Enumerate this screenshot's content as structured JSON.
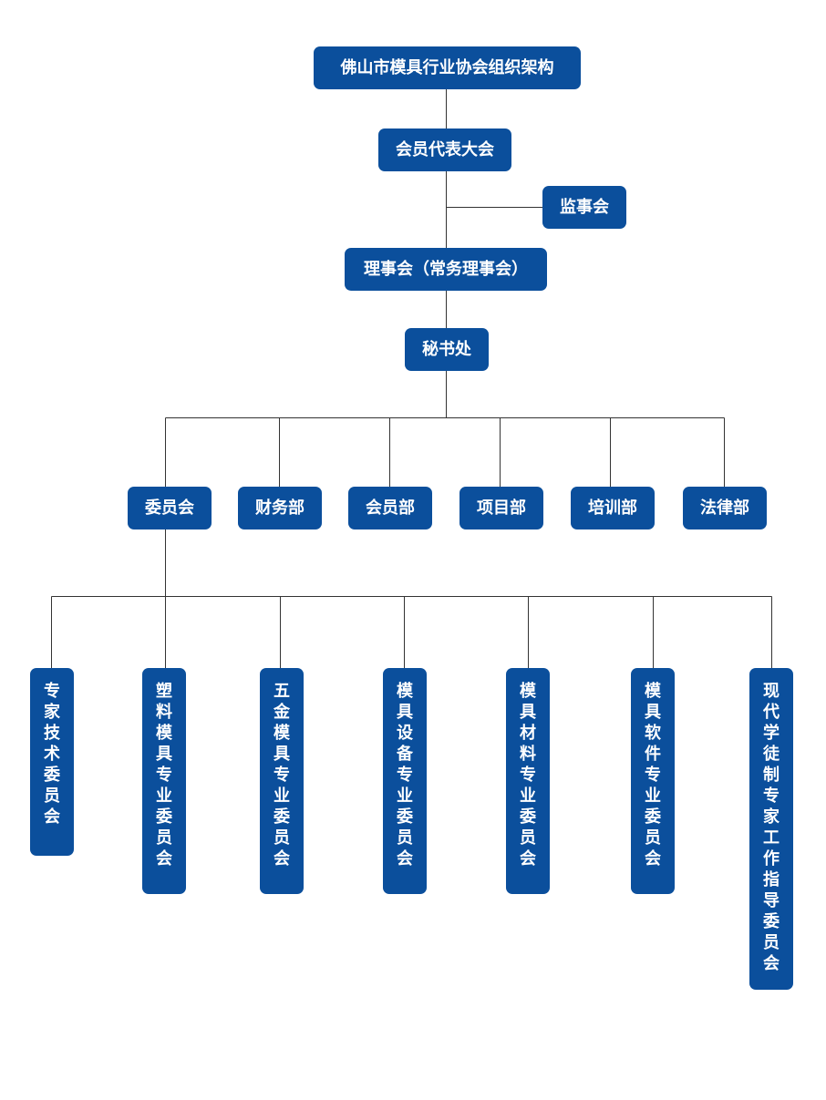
{
  "org_chart": {
    "title": "佛山市模具行业协会组织架构",
    "general_assembly": "会员代表大会",
    "supervisory_board": "监事会",
    "council": "理事会（常务理事会）",
    "secretariat": "秘书处",
    "departments": [
      {
        "label": "委员会"
      },
      {
        "label": "财务部"
      },
      {
        "label": "会员部"
      },
      {
        "label": "项目部"
      },
      {
        "label": "培训部"
      },
      {
        "label": "法律部"
      }
    ],
    "committees": [
      {
        "label": "专家技术委员会"
      },
      {
        "label": "塑料模具专业委员会"
      },
      {
        "label": "五金模具专业委员会"
      },
      {
        "label": "模具设备专业委员会"
      },
      {
        "label": "模具材料专业委员会"
      },
      {
        "label": "模具软件专业委员会"
      },
      {
        "label": "现代学徒制专家工作指导委员会"
      }
    ],
    "colors": {
      "node_fill": "#0b4f9c",
      "node_text": "#ffffff",
      "connector": "#333333"
    }
  }
}
